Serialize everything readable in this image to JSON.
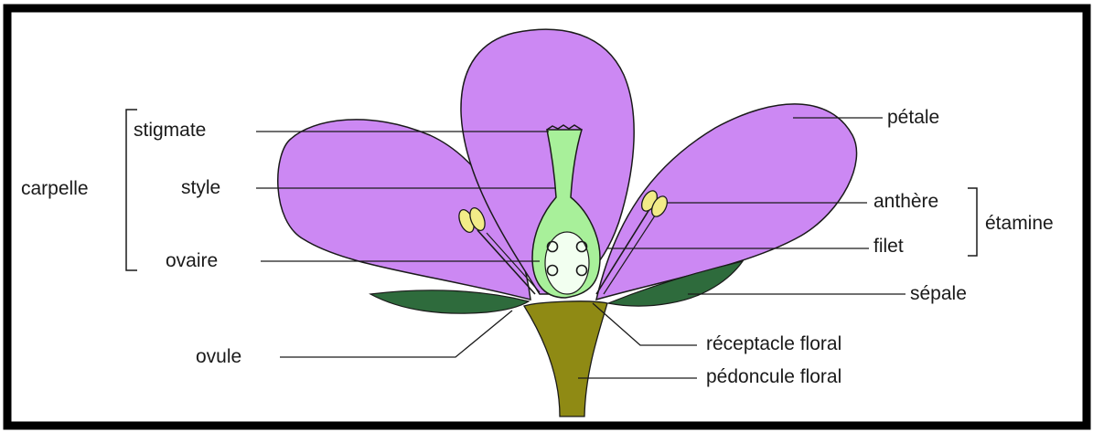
{
  "labels": {
    "stigmate": "stigmate",
    "style": "style",
    "ovaire": "ovaire",
    "carpelle": "carpelle",
    "ovule": "ovule",
    "petale": "pétale",
    "anthere": "anthère",
    "filet": "filet",
    "etamine": "étamine",
    "sepale": "sépale",
    "receptacle": "réceptacle floral",
    "pedoncule": "pédoncule floral"
  },
  "colors": {
    "frame": "#000000",
    "petal": "#cc88f3",
    "sepal": "#2e6b3c",
    "pistil": "#a8f09a",
    "ovary_cavity": "#f2fff0",
    "anther": "#f2ec88",
    "receptacle": "#8f8a14",
    "outline": "#1a1a1a"
  }
}
